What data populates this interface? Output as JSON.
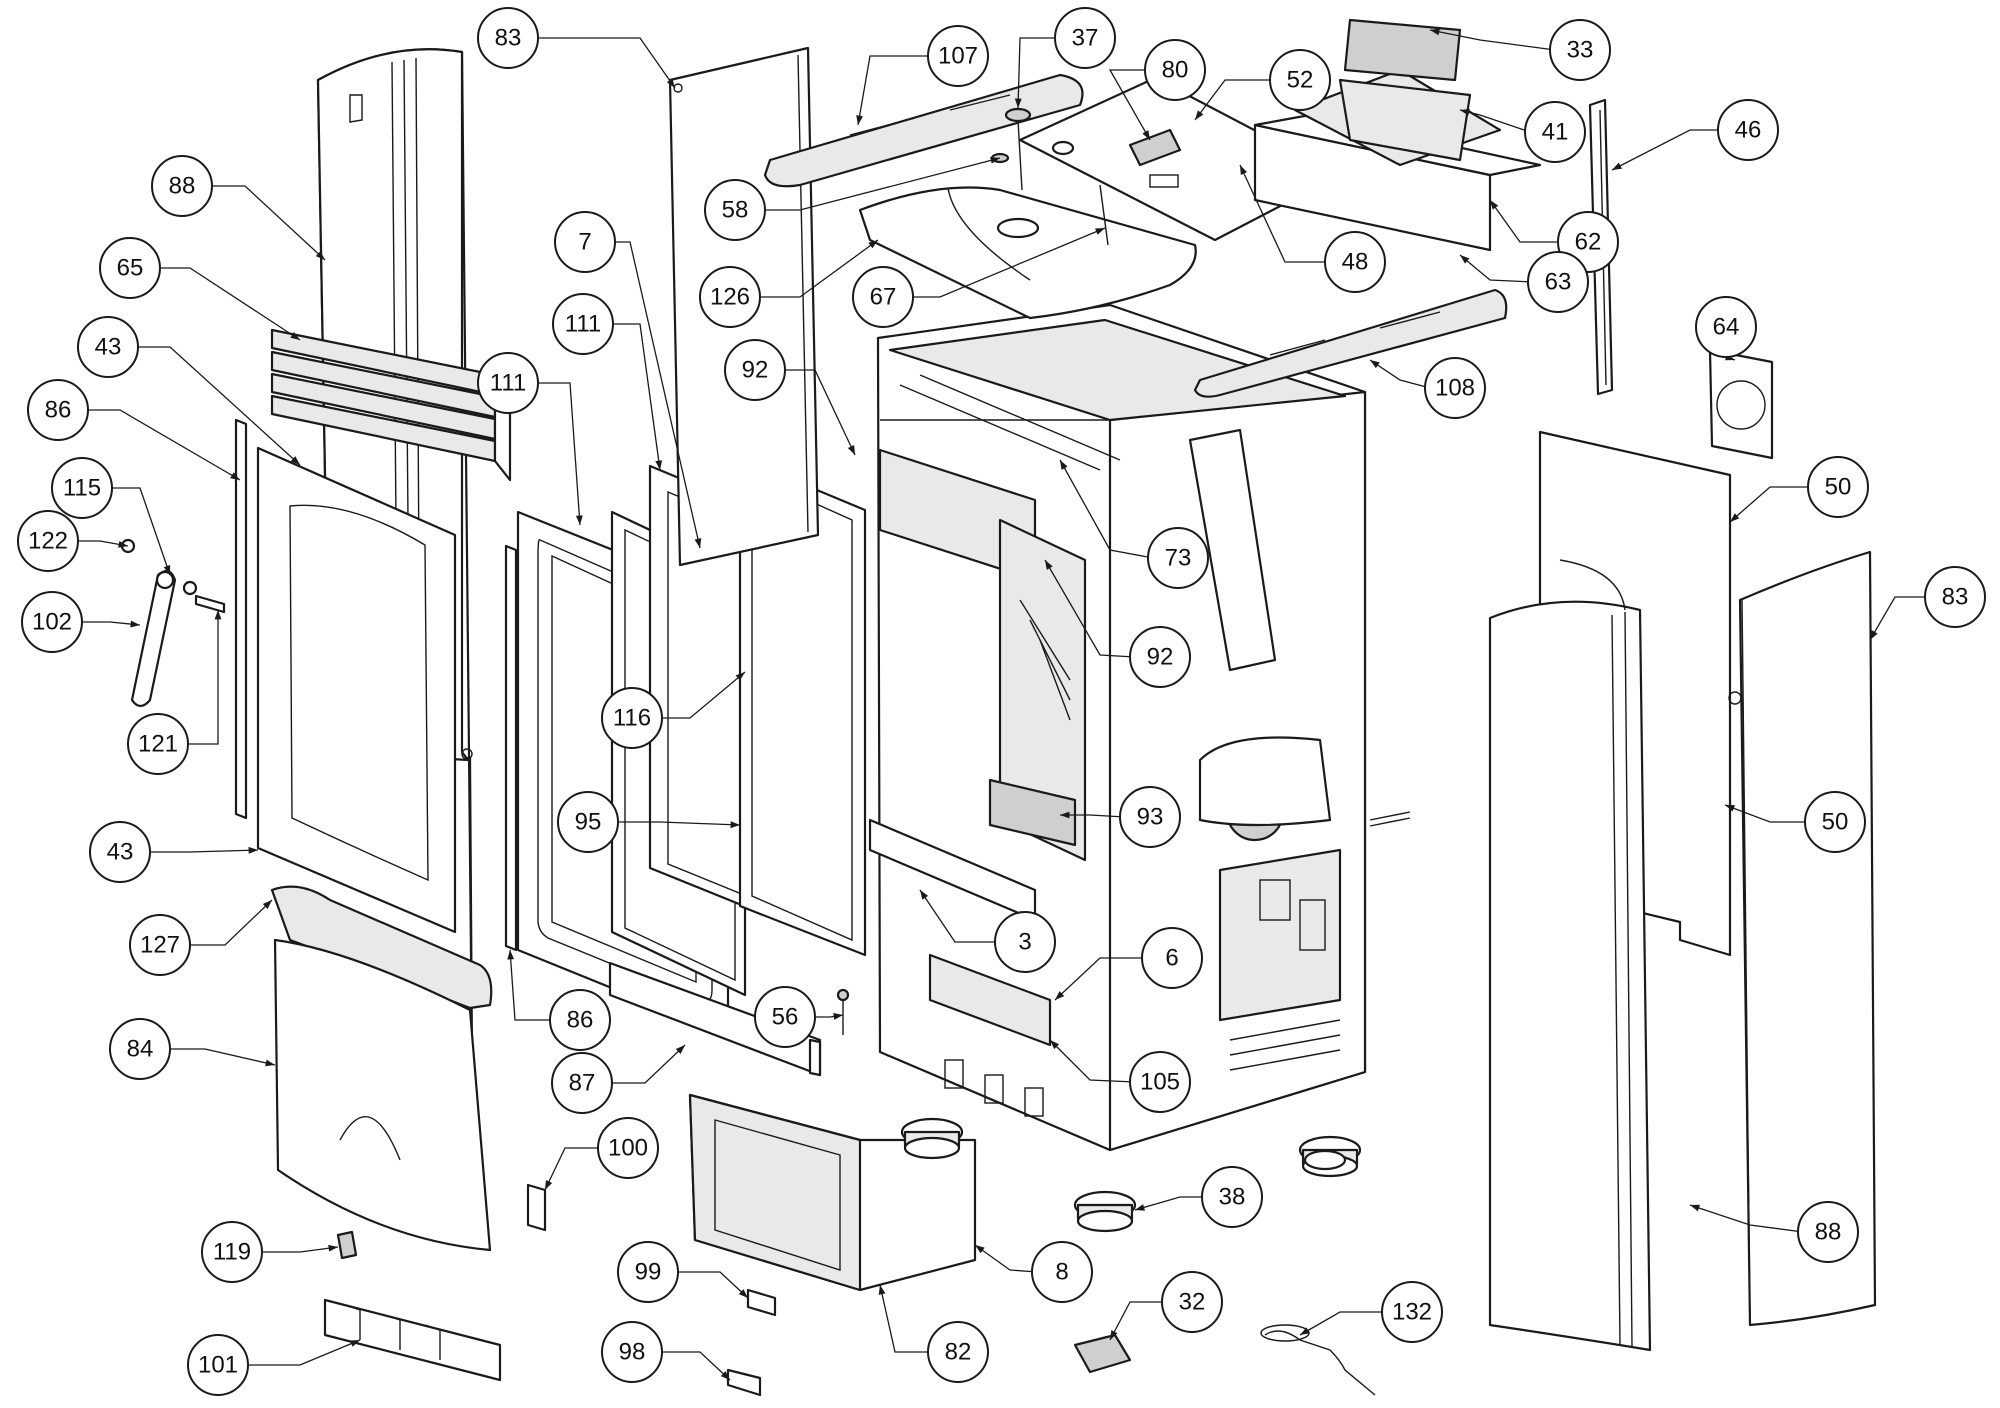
{
  "callouts": [
    {
      "id": "83a",
      "label": "83"
    },
    {
      "id": "107",
      "label": "107"
    },
    {
      "id": "37",
      "label": "37"
    },
    {
      "id": "80",
      "label": "80"
    },
    {
      "id": "52",
      "label": "52"
    },
    {
      "id": "33",
      "label": "33"
    },
    {
      "id": "41",
      "label": "41"
    },
    {
      "id": "46",
      "label": "46"
    },
    {
      "id": "88a",
      "label": "88"
    },
    {
      "id": "58",
      "label": "58"
    },
    {
      "id": "62",
      "label": "62"
    },
    {
      "id": "48",
      "label": "48"
    },
    {
      "id": "65",
      "label": "65"
    },
    {
      "id": "7",
      "label": "7"
    },
    {
      "id": "126",
      "label": "126"
    },
    {
      "id": "67",
      "label": "67"
    },
    {
      "id": "63",
      "label": "63"
    },
    {
      "id": "43a",
      "label": "43"
    },
    {
      "id": "111a",
      "label": "111"
    },
    {
      "id": "64",
      "label": "64"
    },
    {
      "id": "92a",
      "label": "92"
    },
    {
      "id": "108",
      "label": "108"
    },
    {
      "id": "86a",
      "label": "86"
    },
    {
      "id": "111b",
      "label": "111"
    },
    {
      "id": "115",
      "label": "115"
    },
    {
      "id": "50a",
      "label": "50"
    },
    {
      "id": "122",
      "label": "122"
    },
    {
      "id": "73",
      "label": "73"
    },
    {
      "id": "83b",
      "label": "83"
    },
    {
      "id": "102",
      "label": "102"
    },
    {
      "id": "92b",
      "label": "92"
    },
    {
      "id": "116",
      "label": "116"
    },
    {
      "id": "121",
      "label": "121"
    },
    {
      "id": "95",
      "label": "95"
    },
    {
      "id": "93",
      "label": "93"
    },
    {
      "id": "50b",
      "label": "50"
    },
    {
      "id": "43b",
      "label": "43"
    },
    {
      "id": "127",
      "label": "127"
    },
    {
      "id": "3",
      "label": "3"
    },
    {
      "id": "6",
      "label": "6"
    },
    {
      "id": "56",
      "label": "56"
    },
    {
      "id": "86b",
      "label": "86"
    },
    {
      "id": "84",
      "label": "84"
    },
    {
      "id": "87",
      "label": "87"
    },
    {
      "id": "105",
      "label": "105"
    },
    {
      "id": "100",
      "label": "100"
    },
    {
      "id": "38",
      "label": "38"
    },
    {
      "id": "88b",
      "label": "88"
    },
    {
      "id": "119",
      "label": "119"
    },
    {
      "id": "8",
      "label": "8"
    },
    {
      "id": "99",
      "label": "99"
    },
    {
      "id": "32",
      "label": "32"
    },
    {
      "id": "132",
      "label": "132"
    },
    {
      "id": "101",
      "label": "101"
    },
    {
      "id": "98",
      "label": "98"
    },
    {
      "id": "82",
      "label": "82"
    }
  ]
}
